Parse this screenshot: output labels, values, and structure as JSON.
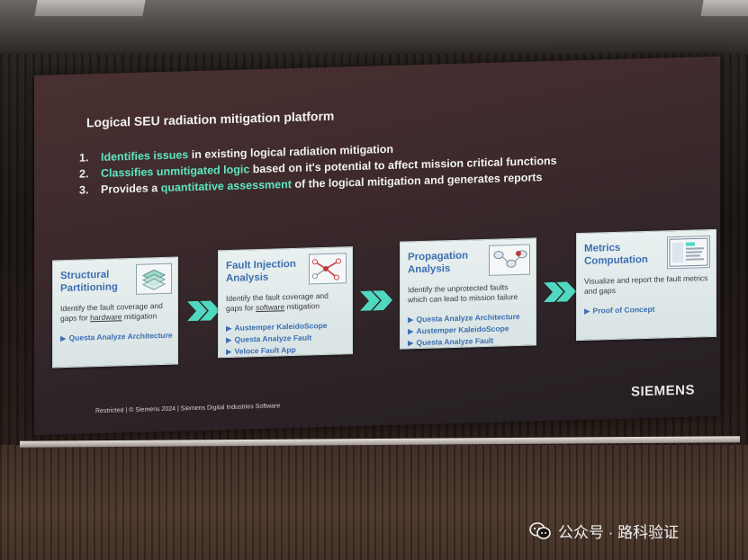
{
  "slide": {
    "title": "Logical SEU radiation mitigation platform",
    "points": [
      {
        "num": "1.",
        "highlight": "Identifies issues",
        "rest": " in existing logical radiation mitigation"
      },
      {
        "num": "2.",
        "highlight": "Classifies unmitigated logic",
        "rest": " based on it's potential to affect mission critical functions"
      },
      {
        "num": "3.",
        "pre": "Provides a ",
        "highlight": "quantitative assessment",
        "rest": " of the logical mitigation and generates reports"
      }
    ],
    "steps": [
      {
        "title": "Structural Partitioning",
        "icon": "layers-icon",
        "desc_pre": "Identify the fault coverage and gaps for ",
        "desc_u": "hardware",
        "desc_post": " mitigation",
        "items": [
          "Questa Analyze Architecture"
        ]
      },
      {
        "title": "Fault Injection Analysis",
        "icon": "network-icon",
        "desc_pre": "Identify the fault coverage and gaps for ",
        "desc_u": "software",
        "desc_post": " mitigation",
        "items": [
          "Austemper KaleidoScope",
          "Questa Analyze Fault",
          "Veloce Fault App"
        ]
      },
      {
        "title": "Propagation Analysis",
        "icon": "propagation-graph-icon",
        "desc_pre": "Identify the unprotected faults which can lead to mission failure",
        "desc_u": "",
        "desc_post": "",
        "items": [
          "Questa Analyze Architecture",
          "Austemper KaleidoScope",
          "Questa Analyze Fault"
        ]
      },
      {
        "title": "Metrics Computation",
        "icon": "report-icon",
        "desc_pre": "Visualize and report the fault metrics and gaps",
        "desc_u": "",
        "desc_post": "",
        "items": [
          "Proof of Concept"
        ]
      }
    ],
    "footer": "Restricted | © Siemens 2024 | Siemens Digital Industries Software",
    "logo": "SIEMENS"
  },
  "watermark": {
    "text": "公众号 · 路科验证",
    "icon": "wechat-icon"
  },
  "colors": {
    "accent": "#5ee6c2",
    "card_title": "#3c6fb0",
    "chevron": "#4fd9c0"
  }
}
